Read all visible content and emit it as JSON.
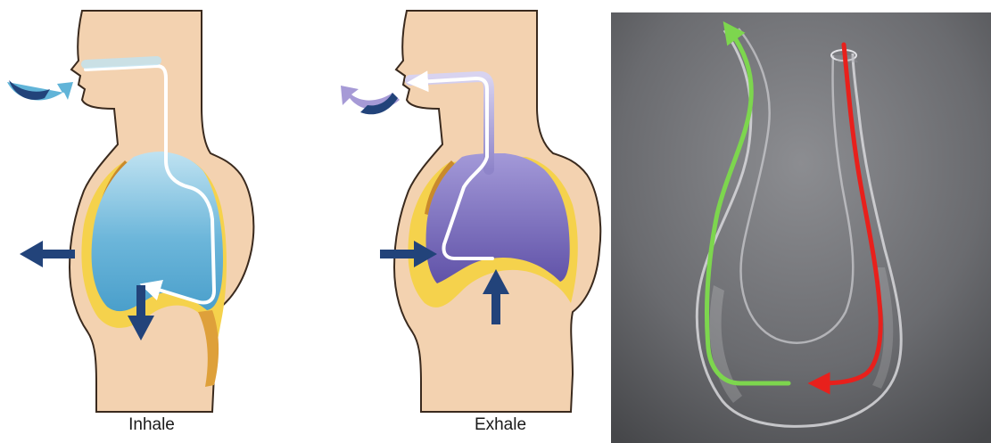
{
  "panels": {
    "inhale": {
      "caption": "Inhale"
    },
    "exhale": {
      "caption": "Exhale"
    }
  },
  "colors": {
    "skin": "#f3d2b0",
    "skin_outline": "#3a2a1e",
    "inhale_lung": "#63b2d6",
    "exhale_lung": "#7367b4",
    "rib_yellow": "#f5d24c",
    "rib_orange": "#dea03a",
    "arrow_navy": "#22437a",
    "arrow_lightblue": "#61b4d8",
    "arrow_lavender": "#a69ad6",
    "path_white": "#ffffff",
    "decanter_green": "#7dd64e",
    "decanter_red": "#e8201c",
    "photo_bg": "#5f6064"
  },
  "icons": {
    "inhale_arrows": [
      "airflow-in-arrow",
      "chest-expand-arrow",
      "diaphragm-down-arrow"
    ],
    "exhale_arrows": [
      "airflow-out-arrow",
      "chest-contract-arrow",
      "diaphragm-up-arrow"
    ],
    "decanter_arrows": [
      "green-flow-arrow",
      "red-flow-arrow"
    ]
  }
}
